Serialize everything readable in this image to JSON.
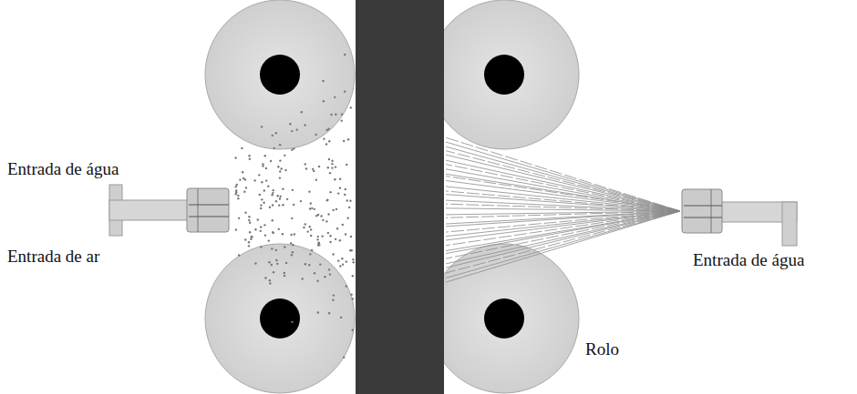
{
  "diagram": {
    "labels": [
      "Entrada de água",
      "Entrada de ar",
      "Entrada de água",
      "Rolo"
    ]
  }
}
